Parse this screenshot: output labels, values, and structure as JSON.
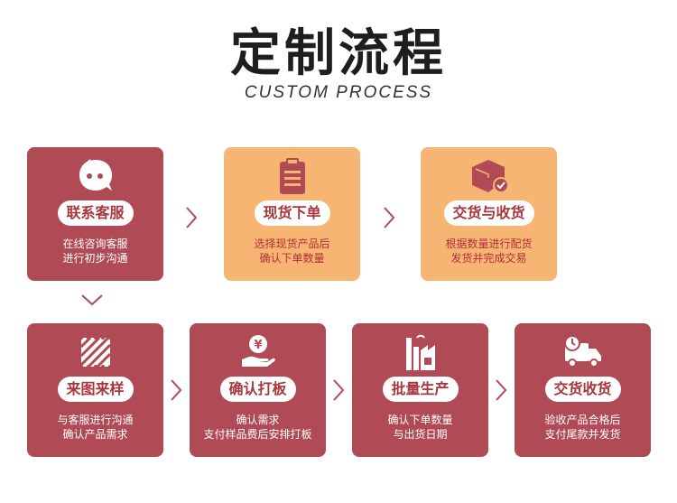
{
  "header": {
    "title": "定制流程",
    "subtitle": "CUSTOM PROCESS"
  },
  "steps": [
    {
      "label": "联系客服",
      "line1": "在线咨询客服",
      "line2": "进行初步沟通",
      "icon": "chat-bubble-icon"
    },
    {
      "label": "现货下单",
      "line1": "选择现货产品后",
      "line2": "确认下单数量",
      "icon": "clipboard-icon"
    },
    {
      "label": "交货与收货",
      "line1": "根据数量进行配货",
      "line2": "发货并完成交易",
      "icon": "package-check-icon"
    },
    {
      "label": "来图来样",
      "line1": "与客服进行沟通",
      "line2": "确认产品需求",
      "icon": "sample-pattern-icon"
    },
    {
      "label": "确认打板",
      "line1": "确认需求",
      "line2": "支付样品费后安排打板",
      "icon": "hand-coin-icon"
    },
    {
      "label": "批量生产",
      "line1": "确认下单数量",
      "line2": "与出货日期",
      "icon": "factory-icon"
    },
    {
      "label": "交货收货",
      "line1": "验收产品合格后",
      "line2": "支付尾款并发货",
      "icon": "delivery-truck-icon"
    }
  ],
  "colors": {
    "red": "#b04a55",
    "yellow": "#f7b574",
    "accent": "#a8363f"
  }
}
